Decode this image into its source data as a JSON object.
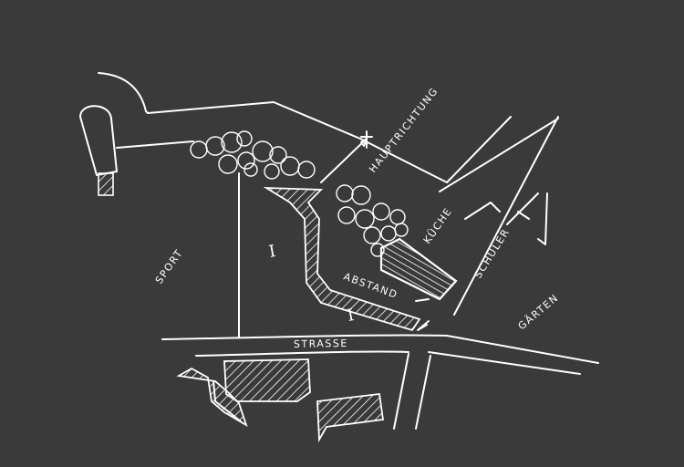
{
  "sketch": {
    "labels": {
      "main_direction": "HAUPTRICHTUNG",
      "courtyard": "KÜCHE",
      "distance": "ABSTAND",
      "student": "SCHÜLER",
      "street": "STRASSE",
      "sport": "SPORT",
      "gardens": "GÄRTEN",
      "building_one": "I",
      "building_two": "I"
    },
    "colors": {
      "background": "#3a3a3a",
      "ink": "#ffffff"
    }
  }
}
